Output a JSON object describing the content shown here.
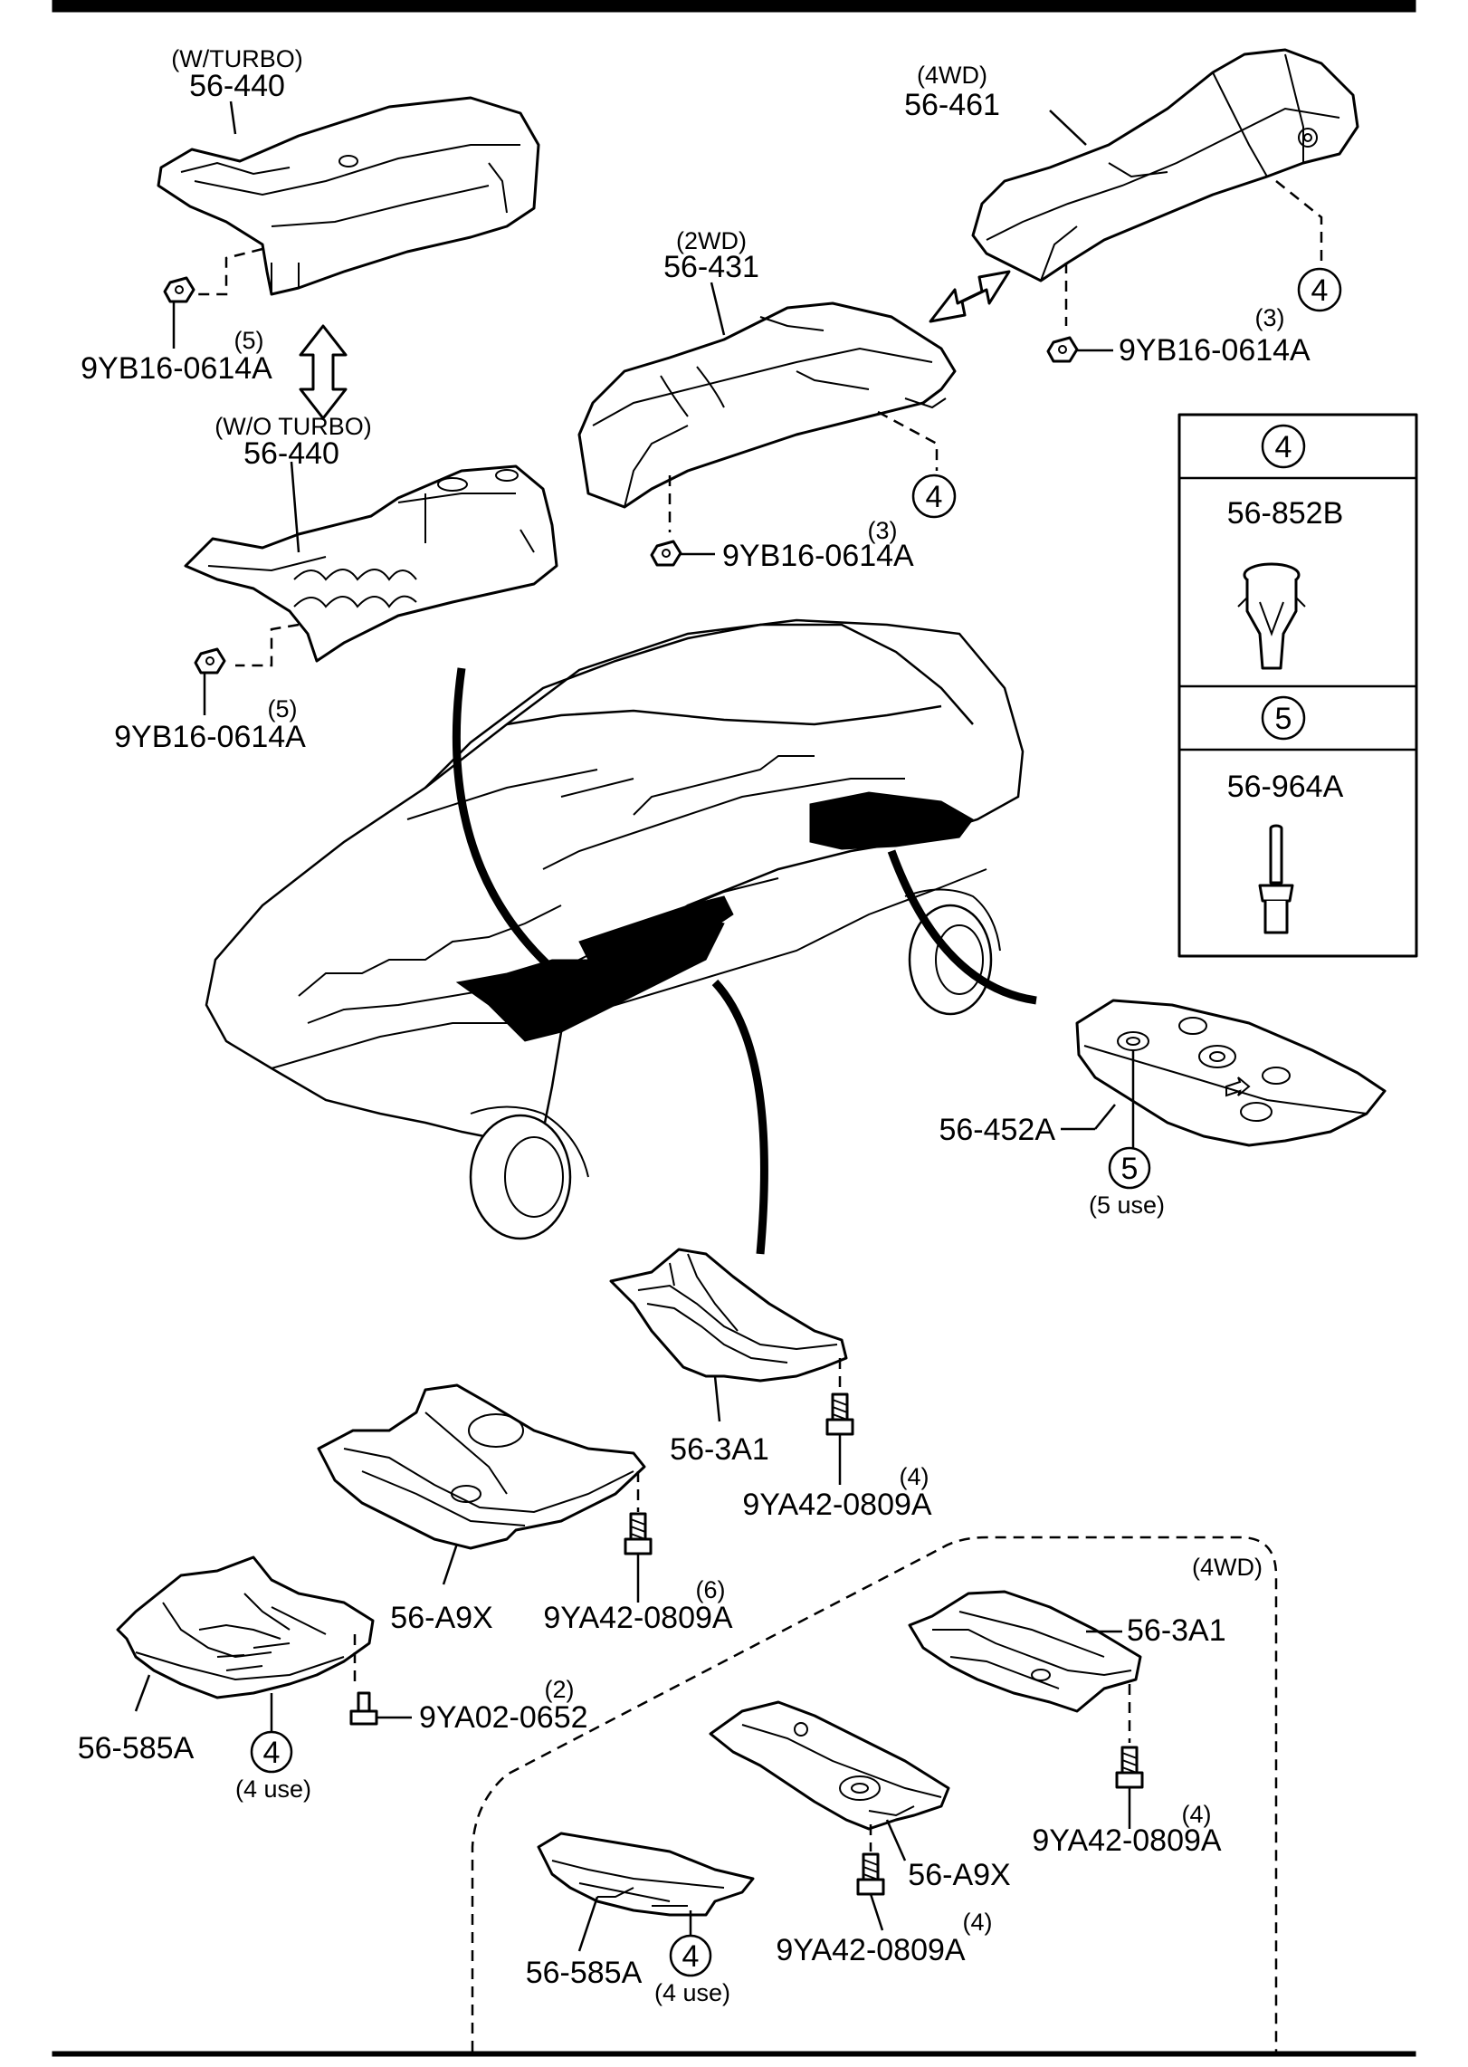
{
  "colors": {
    "ink": "#000000",
    "paper": "#ffffff"
  },
  "callouts": {
    "turbo_variant": "(W/TURBO)",
    "turbo_part": "56-440",
    "turbo_nut": "9YB16-0614A",
    "turbo_qty": "(5)",
    "noturbo_variant": "(W/O TURBO)",
    "noturbo_part": "56-440",
    "noturbo_nut": "9YB16-0614A",
    "noturbo_qty": "(5)",
    "wd2_variant": "(2WD)",
    "wd2_part": "56-431",
    "wd2_nut": "9YB16-0614A",
    "wd2_qty": "(3)",
    "wd2_ref": "4",
    "wd4_variant": "(4WD)",
    "wd4_part": "56-461",
    "wd4_nut": "9YB16-0614A",
    "wd4_qty": "(3)",
    "wd4_ref": "4",
    "rear_part": "56-452A",
    "rear_ref": "5",
    "rear_use": "(5 use)",
    "tunnel_part": "56-3A1",
    "tunnel_bolt": "9YA42-0809A",
    "tunnel_qty": "(4)",
    "mid_part": "56-A9X",
    "mid_bolt": "9YA42-0809A",
    "mid_qty": "(6)",
    "front_part": "56-585A",
    "front_bolt": "9YA02-0652",
    "front_qty": "(2)",
    "front_ref": "4",
    "front_use": "(4 use)"
  },
  "legend": {
    "ref4": "4",
    "ref4_part": "56-852B",
    "ref5": "5",
    "ref5_part": "56-964A"
  },
  "wd4_group": {
    "title": "(4WD)",
    "tunnel_part": "56-3A1",
    "tunnel_bolt": "9YA42-0809A",
    "tunnel_qty": "(4)",
    "mid_part": "56-A9X",
    "mid_bolt": "9YA42-0809A",
    "mid_qty": "(4)",
    "front_part": "56-585A",
    "front_ref": "4",
    "front_use": "(4 use)"
  }
}
